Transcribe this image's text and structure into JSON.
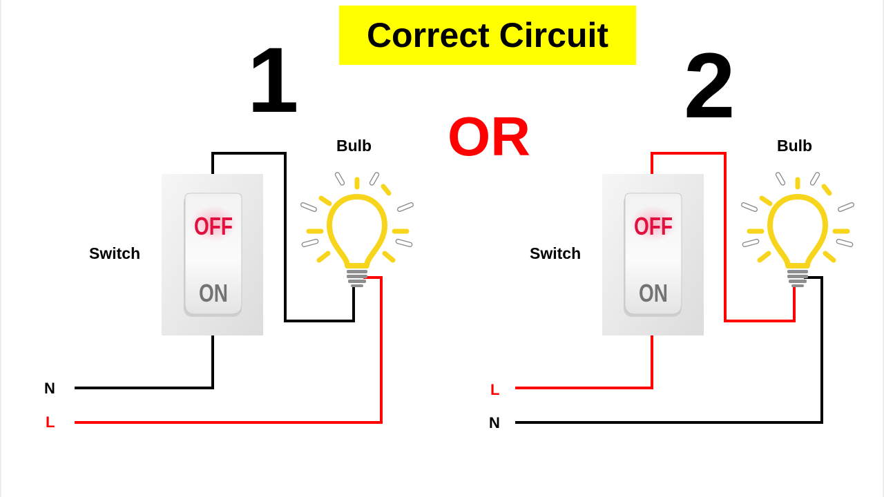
{
  "title": "Correct Circuit",
  "separator": "OR",
  "circuits": [
    {
      "number": "1",
      "bulb_label": "Bulb",
      "switch_label": "Switch",
      "switch_off": "OFF",
      "switch_on": "ON",
      "top_wire_label": "N",
      "top_wire_color": "#000000",
      "bottom_wire_label": "L",
      "bottom_wire_color": "#ff0000"
    },
    {
      "number": "2",
      "bulb_label": "Bulb",
      "switch_label": "Switch",
      "switch_off": "OFF",
      "switch_on": "ON",
      "top_wire_label": "L",
      "top_wire_color": "#ff0000",
      "bottom_wire_label": "N",
      "bottom_wire_color": "#000000"
    }
  ],
  "colors": {
    "title_bg": "#ffff00",
    "separator": "#ff0000",
    "neutral": "#000000",
    "live": "#ff0000",
    "bulb": "#f7d51c",
    "off_text": "#e0113e",
    "on_text": "#737373"
  },
  "icons": [
    "switch-icon",
    "bulb-icon"
  ]
}
